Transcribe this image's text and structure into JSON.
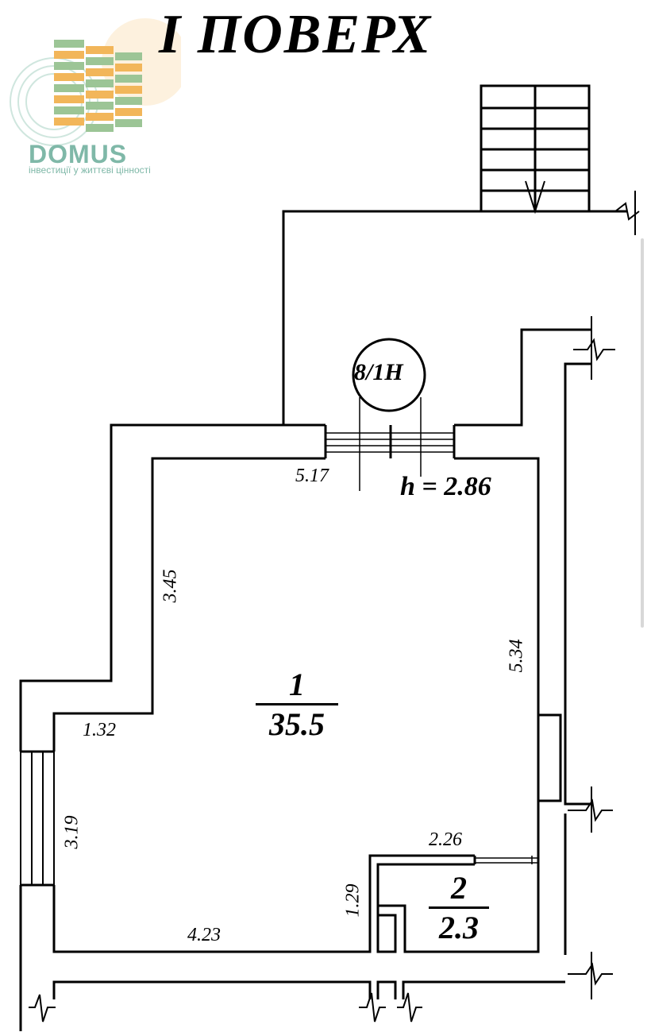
{
  "title": "І ПОВЕРХ",
  "logo": {
    "brand": "DOMUS",
    "tagline": "інвестиції у життєві цінності",
    "colors": {
      "teal": "#7fb8a8",
      "orange": "#f2b65a",
      "green": "#9cc596"
    }
  },
  "unit_code": "8/1Н",
  "ceiling_height": "h = 2.86",
  "rooms": [
    {
      "number": "1",
      "area": "35.5"
    },
    {
      "number": "2",
      "area": "2.3"
    }
  ],
  "dimensions": {
    "top_wall": "5.17",
    "left_upper": "3.45",
    "step": "1.32",
    "left_lower": "3.19",
    "bottom": "4.23",
    "right": "5.34",
    "room2_top": "2.26",
    "room2_side": "1.29"
  }
}
